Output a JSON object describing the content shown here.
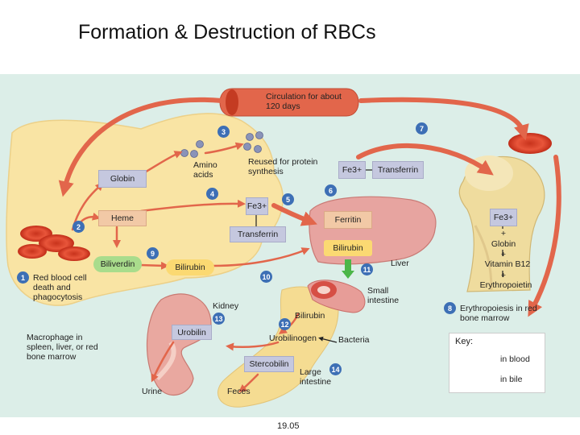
{
  "title": "Formation & Destruction of RBCs",
  "figure_number": "19.05",
  "colors": {
    "blood_arrow": "#e2664b",
    "bile_arrow": "#4cb648",
    "panel_bg": "#dceee8",
    "macrophage": "#f9e4a4",
    "badge": "#3d6fb5"
  },
  "steps": [
    {
      "number": "1",
      "label": "Red blood cell death and phagocytosis"
    },
    {
      "number": "2"
    },
    {
      "number": "3"
    },
    {
      "number": "4"
    },
    {
      "number": "5"
    },
    {
      "number": "6"
    },
    {
      "number": "7"
    },
    {
      "number": "8",
      "label": "Erythropoiesis in red bone marrow"
    },
    {
      "number": "9"
    },
    {
      "number": "10"
    },
    {
      "number": "11"
    },
    {
      "number": "12"
    },
    {
      "number": "13"
    },
    {
      "number": "14"
    }
  ],
  "labels": {
    "circulation": "Circulation for about 120 days",
    "amino_acids": "Amino acids",
    "reused": "Reused for protein synthesis",
    "globin": "Globin",
    "heme": "Heme",
    "biliverdin": "Biliverdin",
    "bilirubin_macrophage": "Bilirubin",
    "fe3_macrophage": "Fe3+",
    "transferrin_macrophage": "Transferrin",
    "fe3_transferrin": "Fe3+",
    "transferrin_top": "Transferrin",
    "ferritin": "Ferritin",
    "bilirubin_liver": "Bilirubin",
    "liver": "Liver",
    "fe3_bone": "Fe3+",
    "globin_bone": "Globin",
    "vitamin_b12": "Vitamin B12",
    "erythropoietin": "Erythropoietin",
    "plus_signs": [
      "+",
      "+",
      "+",
      "+"
    ],
    "small_intestine": "Small intestine",
    "bilirubin_intestine": "Bilirubin",
    "urobilinogen": "Urobilinogen",
    "bacteria": "Bacteria",
    "stercobilin": "Stercobilin",
    "large_intestine": "Large intestine",
    "feces": "Feces",
    "kidney": "Kidney",
    "urobilin": "Urobilin",
    "urine": "Urine",
    "macrophage": "Macrophage in spleen, liver, or red bone marrow"
  },
  "key": {
    "title": "Key:",
    "in_blood": "in blood",
    "in_bile": "in bile"
  }
}
